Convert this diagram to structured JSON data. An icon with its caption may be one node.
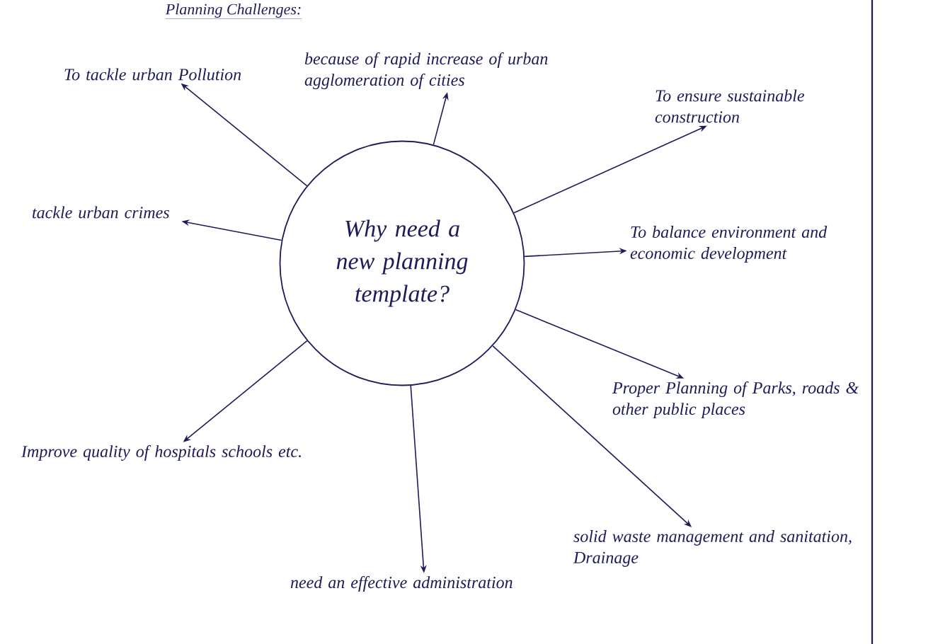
{
  "diagram": {
    "title": "Planning Challenges:",
    "nodes": [
      {
        "text": [
          "Why need a new planning template?"
        ]
      },
      {
        "text": [
          "To tackle urban Pollution"
        ]
      },
      {
        "text": [
          "because of rapid increase of urban agglomeration of cities"
        ]
      },
      {
        "text": [
          "To ensure sustainable construction"
        ]
      },
      {
        "text": [
          "To balance environment and economic development"
        ]
      },
      {
        "text": [
          "Proper Planning of Parks, roads & other public places"
        ]
      },
      {
        "text": [
          "solid waste management and sanitation, Drainage"
        ]
      },
      {
        "text": [
          "need an effective administration"
        ]
      },
      {
        "text": [
          "Improve quality of hospitals schools etc."
        ]
      },
      {
        "text": [
          "tackle urban crimes"
        ]
      }
    ],
    "edges": [
      {
        "from": 0,
        "to": 1,
        "arrow": "to"
      },
      {
        "from": 0,
        "to": 2,
        "arrow": "to"
      },
      {
        "from": 0,
        "to": 3,
        "arrow": "to"
      },
      {
        "from": 0,
        "to": 4,
        "arrow": "to"
      },
      {
        "from": 0,
        "to": 5,
        "arrow": "to"
      },
      {
        "from": 0,
        "to": 6,
        "arrow": "to"
      },
      {
        "from": 0,
        "to": 7,
        "arrow": "to"
      },
      {
        "from": 0,
        "to": 8,
        "arrow": "to"
      },
      {
        "from": 0,
        "to": 9,
        "arrow": "to"
      }
    ]
  }
}
